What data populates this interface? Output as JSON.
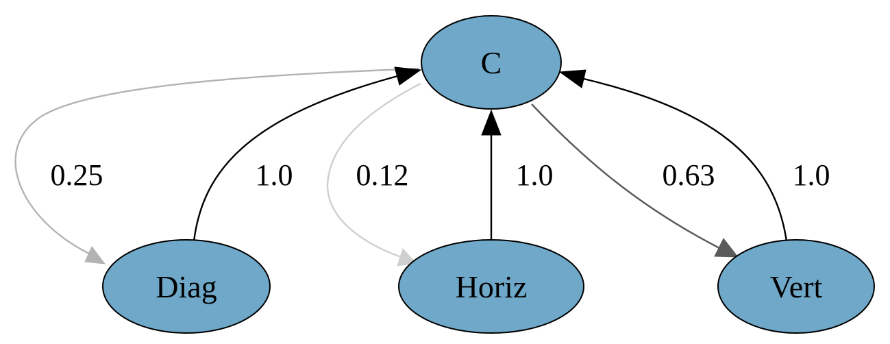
{
  "graph": {
    "node_fill": "#6fa8c8",
    "nodes": [
      {
        "id": "C",
        "label": "C"
      },
      {
        "id": "Diag",
        "label": "Diag"
      },
      {
        "id": "Horiz",
        "label": "Horiz"
      },
      {
        "id": "Vert",
        "label": "Vert"
      }
    ],
    "edges": [
      {
        "from": "C",
        "to": "Diag",
        "label": "0.25",
        "color": "#b3b3b3"
      },
      {
        "from": "Diag",
        "to": "C",
        "label": "1.0",
        "color": "#000000"
      },
      {
        "from": "C",
        "to": "Horiz",
        "label": "0.12",
        "color": "#cfcfcf"
      },
      {
        "from": "Horiz",
        "to": "C",
        "label": "1.0",
        "color": "#000000"
      },
      {
        "from": "C",
        "to": "Vert",
        "label": "0.63",
        "color": "#5a5a5a"
      },
      {
        "from": "Vert",
        "to": "C",
        "label": "1.0",
        "color": "#000000"
      }
    ]
  }
}
